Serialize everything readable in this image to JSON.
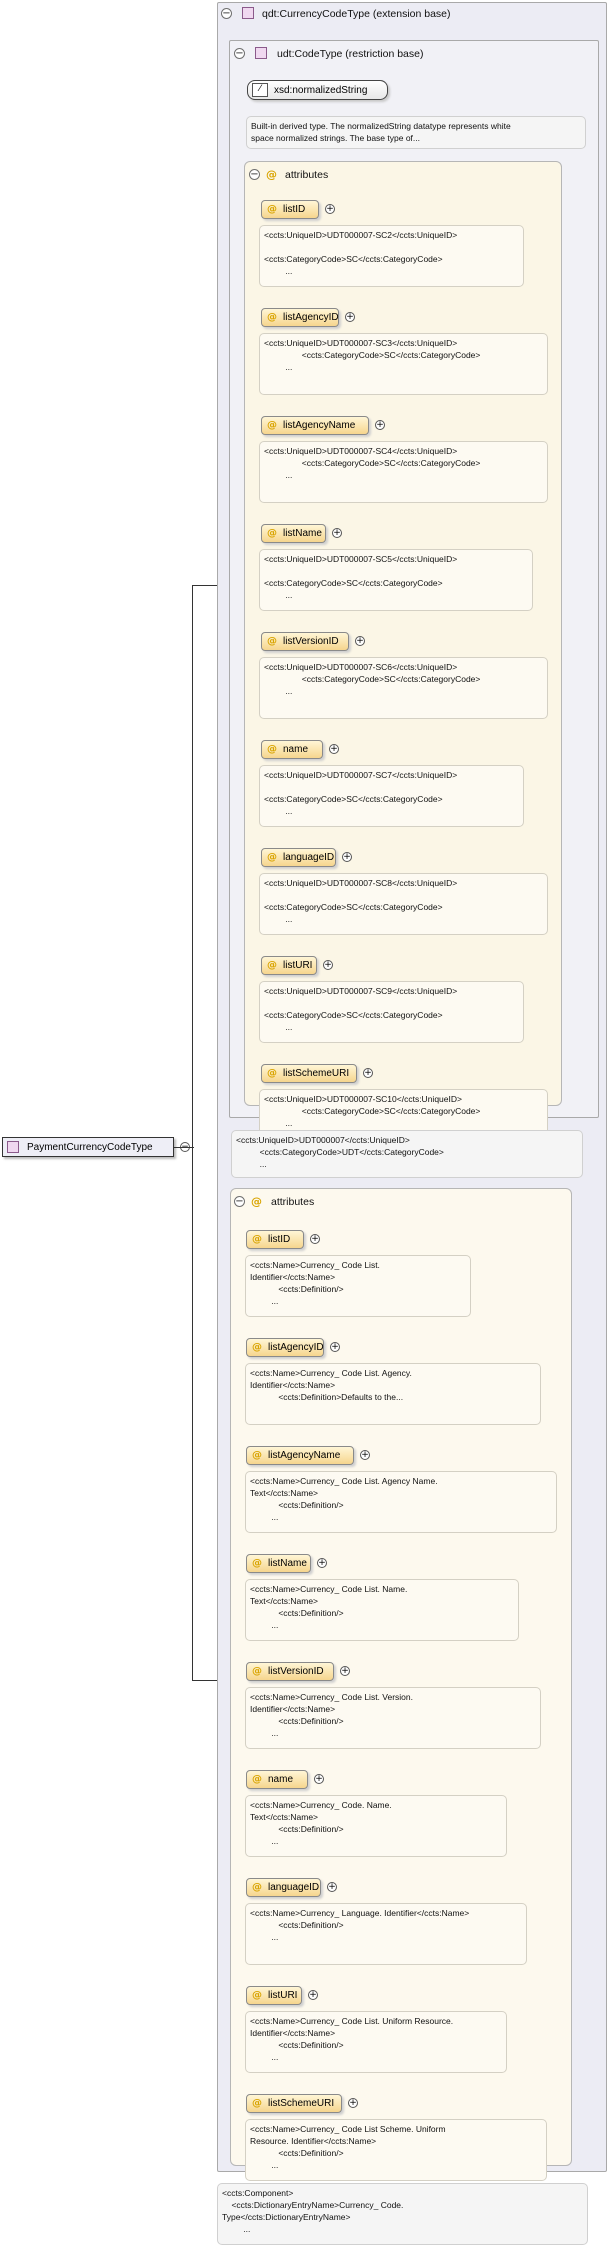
{
  "root": {
    "label": "PaymentCurrencyCodeType"
  },
  "extension": {
    "label": "qdt:CurrencyCodeType (extension base)"
  },
  "restriction": {
    "label": "udt:CodeType (restriction base)"
  },
  "base_type": {
    "label": "xsd:normalizedString"
  },
  "base_doc": "Built-in derived type. The normalizedString datatype represents white\nspace normalized strings. The base type of...",
  "inner_attributes": {
    "label": "attributes",
    "items": [
      {
        "name": "listID",
        "doc": "<ccts:UniqueID>UDT000007-SC2</ccts:UniqueID>\n\n<ccts:CategoryCode>SC</ccts:CategoryCode>\n         ..."
      },
      {
        "name": "listAgencyID",
        "doc": "<ccts:UniqueID>UDT000007-SC3</ccts:UniqueID>\n                <ccts:CategoryCode>SC</ccts:CategoryCode>\n         ..."
      },
      {
        "name": "listAgencyName",
        "doc": "<ccts:UniqueID>UDT000007-SC4</ccts:UniqueID>\n                <ccts:CategoryCode>SC</ccts:CategoryCode>\n         ..."
      },
      {
        "name": "listName",
        "doc": "<ccts:UniqueID>UDT000007-SC5</ccts:UniqueID>\n\n<ccts:CategoryCode>SC</ccts:CategoryCode>\n         ..."
      },
      {
        "name": "listVersionID",
        "doc": "<ccts:UniqueID>UDT000007-SC6</ccts:UniqueID>\n                <ccts:CategoryCode>SC</ccts:CategoryCode>\n         ..."
      },
      {
        "name": "name",
        "doc": "<ccts:UniqueID>UDT000007-SC7</ccts:UniqueID>\n\n<ccts:CategoryCode>SC</ccts:CategoryCode>\n         ..."
      },
      {
        "name": "languageID",
        "doc": "<ccts:UniqueID>UDT000007-SC8</ccts:UniqueID>\n\n<ccts:CategoryCode>SC</ccts:CategoryCode>\n         ..."
      },
      {
        "name": "listURI",
        "doc": "<ccts:UniqueID>UDT000007-SC9</ccts:UniqueID>\n\n<ccts:CategoryCode>SC</ccts:CategoryCode>\n         ..."
      },
      {
        "name": "listSchemeURI",
        "doc": "<ccts:UniqueID>UDT000007-SC10</ccts:UniqueID>\n                <ccts:CategoryCode>SC</ccts:CategoryCode>\n         ..."
      }
    ]
  },
  "extension_doc": "<ccts:UniqueID>UDT000007</ccts:UniqueID>\n          <ccts:CategoryCode>UDT</ccts:CategoryCode>\n          ...",
  "outer_attributes": {
    "label": "attributes",
    "items": [
      {
        "name": "listID",
        "doc": "<ccts:Name>Currency_ Code List.\nIdentifier</ccts:Name>\n            <ccts:Definition/>\n         ..."
      },
      {
        "name": "listAgencyID",
        "doc": "<ccts:Name>Currency_ Code List. Agency.\nIdentifier</ccts:Name>\n            <ccts:Definition>Defaults to the..."
      },
      {
        "name": "listAgencyName",
        "doc": "<ccts:Name>Currency_ Code List. Agency Name.\nText</ccts:Name>\n            <ccts:Definition/>\n         ..."
      },
      {
        "name": "listName",
        "doc": "<ccts:Name>Currency_ Code List. Name.\nText</ccts:Name>\n            <ccts:Definition/>\n         ..."
      },
      {
        "name": "listVersionID",
        "doc": "<ccts:Name>Currency_ Code List. Version.\nIdentifier</ccts:Name>\n            <ccts:Definition/>\n         ..."
      },
      {
        "name": "name",
        "doc": "<ccts:Name>Currency_ Code. Name.\nText</ccts:Name>\n            <ccts:Definition/>\n         ..."
      },
      {
        "name": "languageID",
        "doc": "<ccts:Name>Currency_ Language. Identifier</ccts:Name>\n            <ccts:Definition/>\n         ..."
      },
      {
        "name": "listURI",
        "doc": "<ccts:Name>Currency_ Code List. Uniform Resource.\nIdentifier</ccts:Name>\n            <ccts:Definition/>\n         ..."
      },
      {
        "name": "listSchemeURI",
        "doc": "<ccts:Name>Currency_ Code List Scheme. Uniform\nResource. Identifier</ccts:Name>\n            <ccts:Definition/>\n         ..."
      }
    ]
  },
  "root_doc": "<ccts:Component>\n    <ccts:DictionaryEntryName>Currency_ Code.\nType</ccts:DictionaryEntryName>\n         ...",
  "icons": {
    "collapse": "minus-icon",
    "expand": "plus-icon",
    "attribute": "at-icon",
    "type": "complex-type-icon",
    "simple": "simple-type-icon"
  }
}
